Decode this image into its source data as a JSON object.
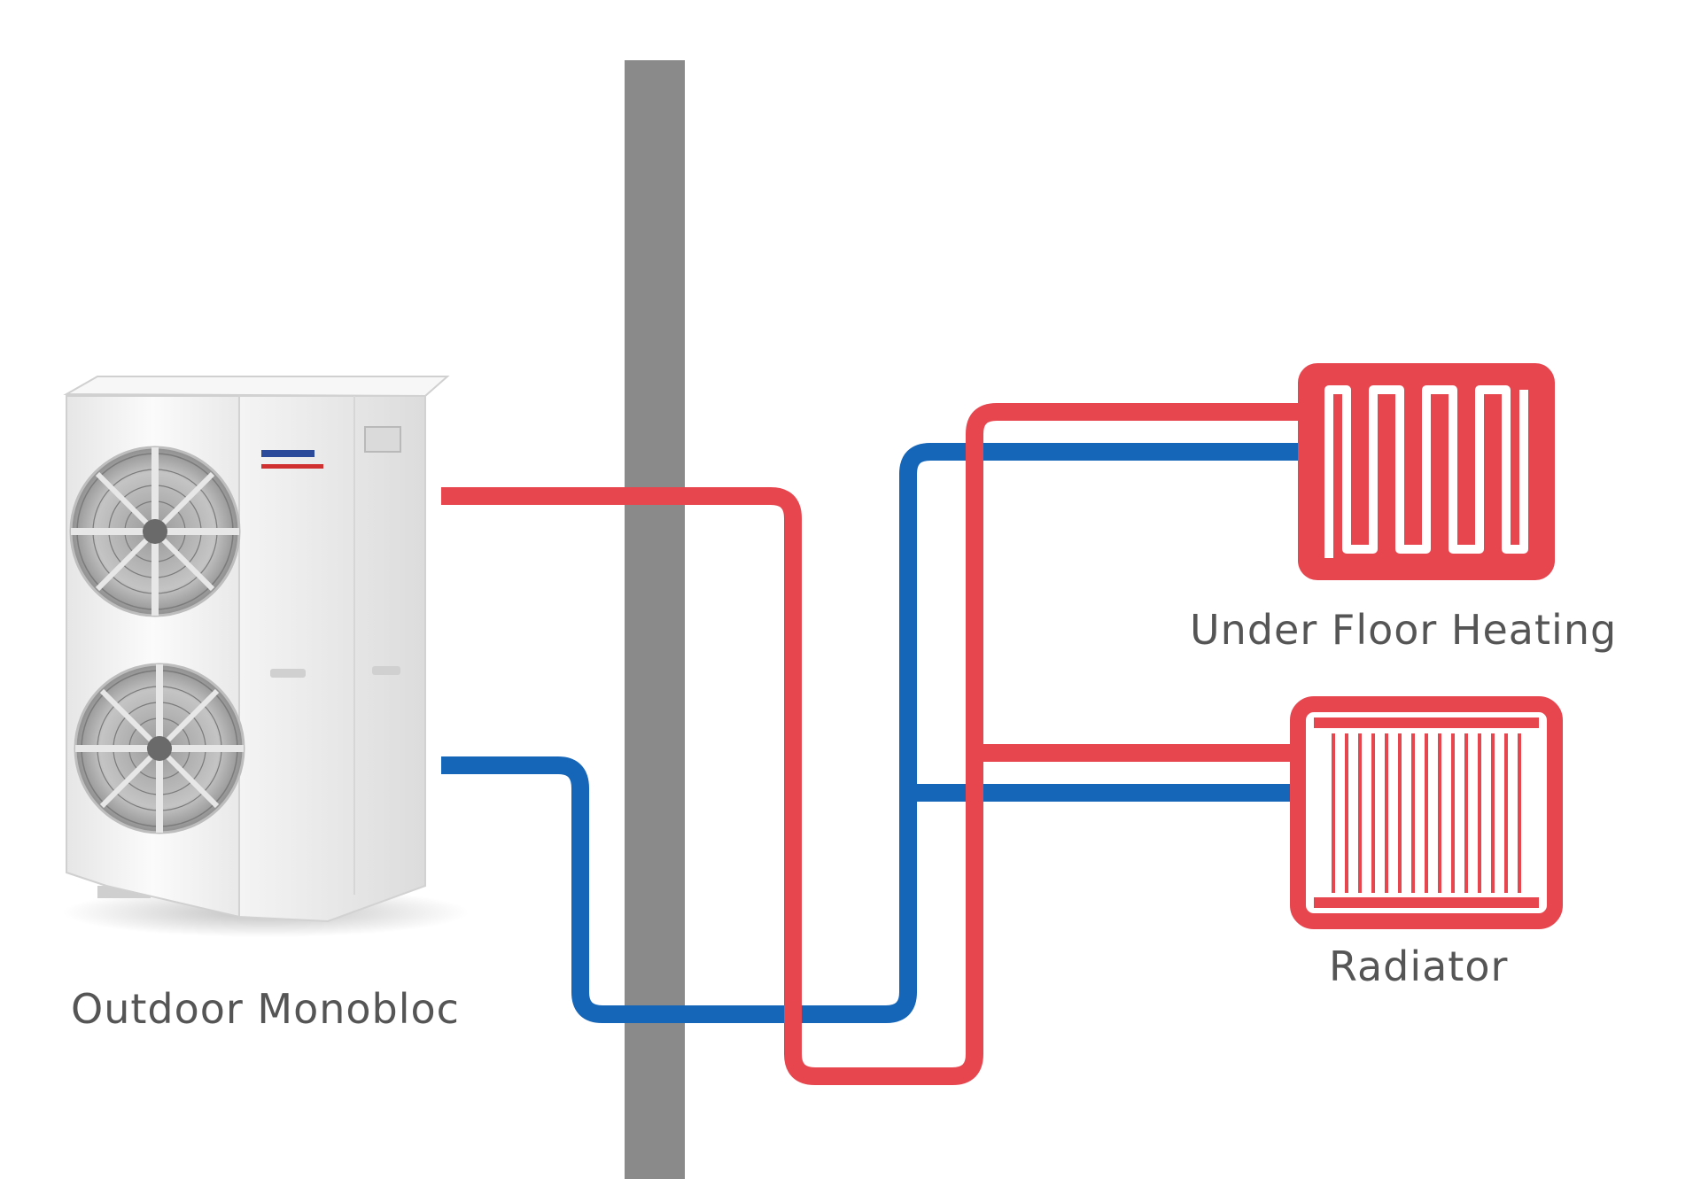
{
  "diagram": {
    "colors": {
      "hot_pipe": "#e8464f",
      "cold_pipe": "#1565b8",
      "wall": "#8a8a8a",
      "unit_body": "#f1f1f1",
      "emitter": "#e8464f",
      "label_text": "#555555"
    },
    "labels": {
      "outdoor_unit": "Outdoor Monobloc",
      "underfloor": "Under Floor Heating",
      "radiator": "Radiator"
    },
    "icons": {
      "outdoor_unit": "heat-pump-unit-icon",
      "underfloor": "underfloor-heating-icon",
      "radiator": "radiator-icon"
    }
  }
}
